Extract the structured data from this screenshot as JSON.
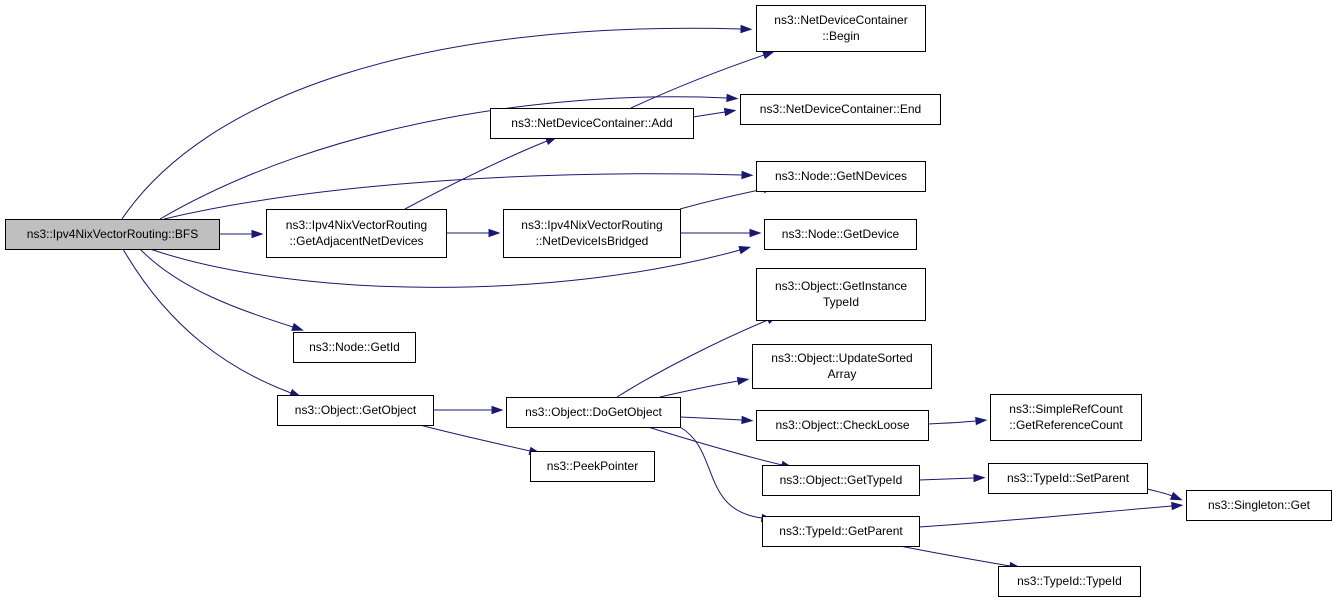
{
  "colors": {
    "edge": "#191970",
    "root_fill": "#bfbfbf",
    "node_fill": "#ffffff",
    "node_border": "#000000"
  },
  "nodes": [
    {
      "id": "bfs",
      "lines": [
        "ns3::Ipv4NixVectorRouting::BFS"
      ],
      "root": true
    },
    {
      "id": "ndc-begin",
      "lines": [
        "ns3::NetDeviceContainer",
        "::Begin"
      ]
    },
    {
      "id": "ndc-end",
      "lines": [
        "ns3::NetDeviceContainer::End"
      ]
    },
    {
      "id": "ndc-add",
      "lines": [
        "ns3::NetDeviceContainer::Add"
      ]
    },
    {
      "id": "node-getndevices",
      "lines": [
        "ns3::Node::GetNDevices"
      ]
    },
    {
      "id": "nix-getadjacent",
      "lines": [
        "ns3::Ipv4NixVectorRouting",
        "::GetAdjacentNetDevices"
      ]
    },
    {
      "id": "nix-isbridged",
      "lines": [
        "ns3::Ipv4NixVectorRouting",
        "::NetDeviceIsBridged"
      ]
    },
    {
      "id": "node-getdevice",
      "lines": [
        "ns3::Node::GetDevice"
      ]
    },
    {
      "id": "object-getinstancetypeid",
      "lines": [
        "ns3::Object::GetInstance",
        "TypeId"
      ]
    },
    {
      "id": "node-getid",
      "lines": [
        "ns3::Node::GetId"
      ]
    },
    {
      "id": "object-updatesorted",
      "lines": [
        "ns3::Object::UpdateSorted",
        "Array"
      ]
    },
    {
      "id": "object-getobject",
      "lines": [
        "ns3::Object::GetObject"
      ]
    },
    {
      "id": "object-dogetobject",
      "lines": [
        "ns3::Object::DoGetObject"
      ]
    },
    {
      "id": "simplerefcount-getref",
      "lines": [
        "ns3::SimpleRefCount",
        "::GetReferenceCount"
      ]
    },
    {
      "id": "object-checkloose",
      "lines": [
        "ns3::Object::CheckLoose"
      ]
    },
    {
      "id": "peekpointer",
      "lines": [
        "ns3::PeekPointer"
      ]
    },
    {
      "id": "object-gettypeid",
      "lines": [
        "ns3::Object::GetTypeId"
      ]
    },
    {
      "id": "typeid-setparent",
      "lines": [
        "ns3::TypeId::SetParent"
      ]
    },
    {
      "id": "singleton-get",
      "lines": [
        "ns3::Singleton::Get"
      ]
    },
    {
      "id": "typeid-getparent",
      "lines": [
        "ns3::TypeId::GetParent"
      ]
    },
    {
      "id": "typeid-typeid",
      "lines": [
        "ns3::TypeId::TypeId"
      ]
    }
  ],
  "edges": [
    [
      "bfs",
      "ndc-begin"
    ],
    [
      "bfs",
      "ndc-end"
    ],
    [
      "bfs",
      "node-getndevices"
    ],
    [
      "bfs",
      "nix-getadjacent"
    ],
    [
      "bfs",
      "node-getdevice"
    ],
    [
      "bfs",
      "node-getid"
    ],
    [
      "bfs",
      "object-getobject"
    ],
    [
      "ndc-add",
      "ndc-begin"
    ],
    [
      "ndc-add",
      "ndc-end"
    ],
    [
      "nix-getadjacent",
      "ndc-add"
    ],
    [
      "nix-getadjacent",
      "nix-isbridged"
    ],
    [
      "nix-isbridged",
      "node-getndevices"
    ],
    [
      "nix-isbridged",
      "node-getdevice"
    ],
    [
      "object-getobject",
      "object-dogetobject"
    ],
    [
      "object-getobject",
      "peekpointer"
    ],
    [
      "object-dogetobject",
      "object-getinstancetypeid"
    ],
    [
      "object-dogetobject",
      "object-updatesorted"
    ],
    [
      "object-dogetobject",
      "object-checkloose"
    ],
    [
      "object-dogetobject",
      "object-gettypeid"
    ],
    [
      "object-dogetobject",
      "typeid-getparent"
    ],
    [
      "object-checkloose",
      "simplerefcount-getref"
    ],
    [
      "object-gettypeid",
      "typeid-setparent"
    ],
    [
      "typeid-setparent",
      "singleton-get"
    ],
    [
      "typeid-getparent",
      "singleton-get"
    ],
    [
      "typeid-getparent",
      "typeid-typeid"
    ]
  ]
}
